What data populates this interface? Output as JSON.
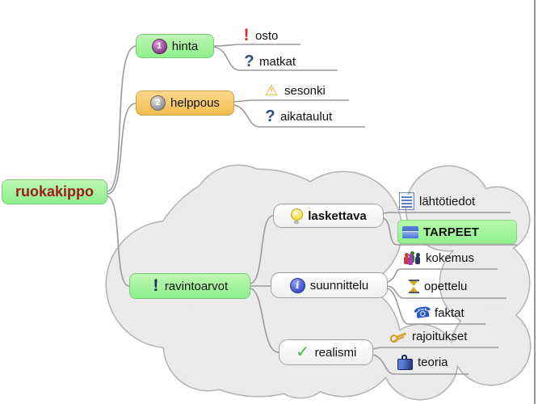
{
  "app": {
    "type": "mind-map",
    "background": "#ffffff",
    "cloud_fill": "#ebebeb",
    "cloud_border": "#b2b2b2",
    "edge_color": "#9a9a9a"
  },
  "colors": {
    "node_green": "#9af096",
    "node_orange": "#f5c863",
    "root_text": "#9c1c1c",
    "bubble_border": "#a0a0a0",
    "highlight_green": "#a4f59c"
  },
  "icons": {
    "priority-1": {
      "glyph": "1",
      "meaning": "priority 1 badge"
    },
    "priority-2": {
      "glyph": "2",
      "meaning": "priority 2 badge"
    },
    "exclamation-red": {
      "glyph": "!",
      "meaning": "important"
    },
    "exclamation-dark": {
      "glyph": "!",
      "meaning": "important"
    },
    "question": {
      "glyph": "?",
      "meaning": "question"
    },
    "warning": {
      "glyph": "⚠",
      "meaning": "warning"
    },
    "check": {
      "glyph": "✓",
      "meaning": "ok"
    },
    "phone": {
      "glyph": "☎",
      "meaning": "telephone"
    },
    "info": {
      "glyph": "i",
      "meaning": "information"
    },
    "lightbulb": {
      "glyph": "",
      "meaning": "idea"
    },
    "list": {
      "glyph": "",
      "meaning": "list / source data"
    },
    "folder": {
      "glyph": "",
      "meaning": "folder"
    },
    "people": {
      "glyph": "",
      "meaning": "group of people"
    },
    "hourglass": {
      "glyph": "",
      "meaning": "time / waiting"
    },
    "key": {
      "glyph": "",
      "meaning": "key / restriction"
    },
    "briefcase": {
      "glyph": "",
      "meaning": "briefcase / work"
    }
  },
  "nodes": [
    {
      "id": "ruokakippo",
      "label": "ruokakippo",
      "icon": null,
      "bold": true,
      "color": "#9c1c1c"
    },
    {
      "id": "hinta",
      "label": "hinta",
      "icon": "priority-1",
      "bold": false
    },
    {
      "id": "osto",
      "label": "osto",
      "icon": "exclamation-red",
      "bold": false
    },
    {
      "id": "matkat",
      "label": "matkat",
      "icon": "question",
      "bold": false
    },
    {
      "id": "helppous",
      "label": "helppous",
      "icon": "priority-2",
      "bold": false
    },
    {
      "id": "sesonki",
      "label": "sesonki",
      "icon": "warning",
      "bold": false
    },
    {
      "id": "aikataulut",
      "label": "aikataulut",
      "icon": "question",
      "bold": false
    },
    {
      "id": "ravintoarvot",
      "label": "ravintoarvot",
      "icon": "exclamation-dark",
      "bold": false
    },
    {
      "id": "laskettava",
      "label": "laskettava",
      "icon": "lightbulb",
      "bold": true
    },
    {
      "id": "lahtotiedot",
      "label": "lähtötiedot",
      "icon": "list",
      "bold": false
    },
    {
      "id": "tarpeet",
      "label": "TARPEET",
      "icon": "folder",
      "bold": true
    },
    {
      "id": "suunnittelu",
      "label": "suunnittelu",
      "icon": "info",
      "bold": false
    },
    {
      "id": "kokemus",
      "label": "kokemus",
      "icon": "people",
      "bold": false
    },
    {
      "id": "opettelu",
      "label": "opettelu",
      "icon": "hourglass",
      "bold": false
    },
    {
      "id": "faktat",
      "label": "faktat",
      "icon": "phone",
      "bold": false
    },
    {
      "id": "realismi",
      "label": "realismi",
      "icon": "check",
      "bold": false
    },
    {
      "id": "rajoitukset",
      "label": "rajoitukset",
      "icon": "key",
      "bold": false
    },
    {
      "id": "teoria",
      "label": "teoria",
      "icon": "briefcase",
      "bold": false
    }
  ]
}
